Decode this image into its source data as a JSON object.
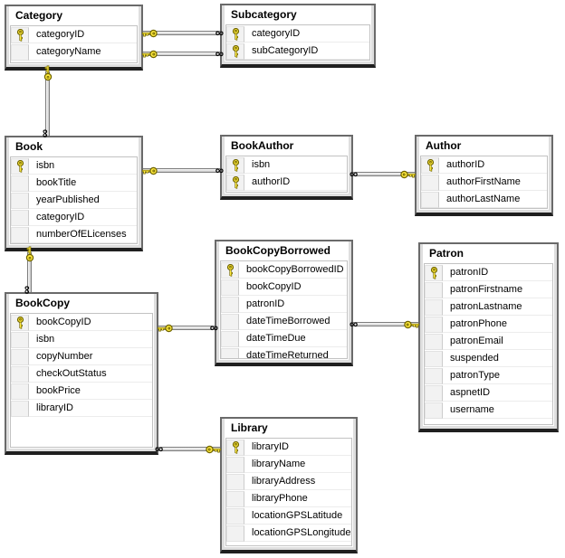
{
  "diagram": {
    "type": "database-er-diagram",
    "colors": {
      "key_fill": "#ffe93d",
      "key_stroke": "#6f6400",
      "line": "#7d7d7d",
      "table_border": "#6a6a6a",
      "table_border_dark": "#1f1f1f",
      "background": "#ffffff"
    },
    "icons": {
      "primary_key": "key-icon",
      "one_end": "key-icon",
      "many_end": "infinity-icon",
      "many_symbol": "∞"
    }
  },
  "tables": [
    {
      "name": "Category",
      "fields": [
        {
          "name": "categoryID",
          "pk": true
        },
        {
          "name": "categoryName",
          "pk": false
        }
      ]
    },
    {
      "name": "Subcategory",
      "fields": [
        {
          "name": "categoryID",
          "pk": true
        },
        {
          "name": "subCategoryID",
          "pk": true
        }
      ]
    },
    {
      "name": "Book",
      "fields": [
        {
          "name": "isbn",
          "pk": true
        },
        {
          "name": "bookTitle",
          "pk": false
        },
        {
          "name": "yearPublished",
          "pk": false
        },
        {
          "name": "categoryID",
          "pk": false
        },
        {
          "name": "numberOfELicenses",
          "pk": false
        }
      ]
    },
    {
      "name": "BookAuthor",
      "fields": [
        {
          "name": "isbn",
          "pk": true
        },
        {
          "name": "authorID",
          "pk": true
        }
      ]
    },
    {
      "name": "Author",
      "fields": [
        {
          "name": "authorID",
          "pk": true
        },
        {
          "name": "authorFirstName",
          "pk": false
        },
        {
          "name": "authorLastName",
          "pk": false
        }
      ]
    },
    {
      "name": "BookCopyBorrowed",
      "fields": [
        {
          "name": "bookCopyBorrowedID",
          "pk": true
        },
        {
          "name": "bookCopyID",
          "pk": false
        },
        {
          "name": "patronID",
          "pk": false
        },
        {
          "name": "dateTimeBorrowed",
          "pk": false
        },
        {
          "name": "dateTimeDue",
          "pk": false
        },
        {
          "name": "dateTimeReturned",
          "pk": false
        }
      ]
    },
    {
      "name": "Patron",
      "fields": [
        {
          "name": "patronID",
          "pk": true
        },
        {
          "name": "patronFirstname",
          "pk": false
        },
        {
          "name": "patronLastname",
          "pk": false
        },
        {
          "name": "patronPhone",
          "pk": false
        },
        {
          "name": "patronEmail",
          "pk": false
        },
        {
          "name": "suspended",
          "pk": false
        },
        {
          "name": "patronType",
          "pk": false
        },
        {
          "name": "aspnetID",
          "pk": false
        },
        {
          "name": "username",
          "pk": false
        }
      ]
    },
    {
      "name": "BookCopy",
      "fields": [
        {
          "name": "bookCopyID",
          "pk": true
        },
        {
          "name": "isbn",
          "pk": false
        },
        {
          "name": "copyNumber",
          "pk": false
        },
        {
          "name": "checkOutStatus",
          "pk": false
        },
        {
          "name": "bookPrice",
          "pk": false
        },
        {
          "name": "libraryID",
          "pk": false
        }
      ]
    },
    {
      "name": "Library",
      "fields": [
        {
          "name": "libraryID",
          "pk": true
        },
        {
          "name": "libraryName",
          "pk": false
        },
        {
          "name": "libraryAddress",
          "pk": false
        },
        {
          "name": "libraryPhone",
          "pk": false
        },
        {
          "name": "locationGPSLatitude",
          "pk": false
        },
        {
          "name": "locationGPSLongitude",
          "pk": false
        }
      ]
    }
  ],
  "relationships": [
    {
      "one": "Category",
      "many": "Subcategory"
    },
    {
      "one": "Category",
      "many": "Subcategory"
    },
    {
      "one": "Category",
      "many": "Book"
    },
    {
      "one": "Book",
      "many": "BookAuthor"
    },
    {
      "one": "Author",
      "many": "BookAuthor"
    },
    {
      "one": "Book",
      "many": "BookCopy"
    },
    {
      "one": "BookCopy",
      "many": "BookCopyBorrowed"
    },
    {
      "one": "Patron",
      "many": "BookCopyBorrowed"
    },
    {
      "one": "Library",
      "many": "BookCopy"
    }
  ]
}
